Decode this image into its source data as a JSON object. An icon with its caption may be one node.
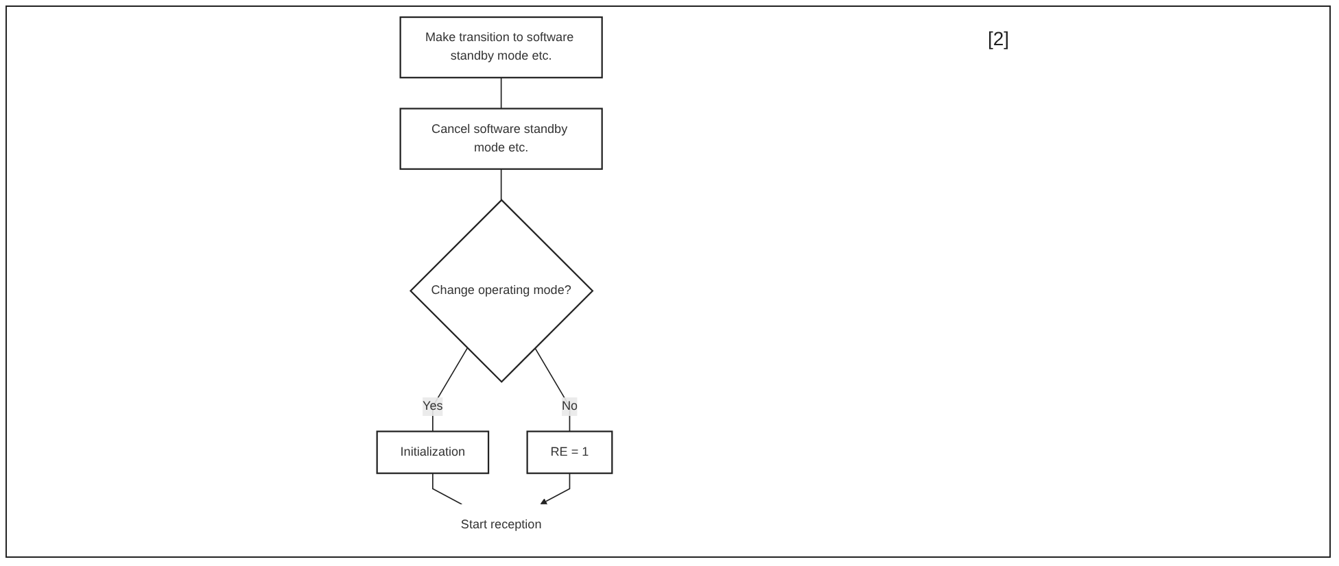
{
  "diagram": {
    "nodes": [
      {
        "text": [
          "Make transition to software standby mode etc."
        ]
      },
      {
        "text": [
          "Cancel software standby mode etc."
        ]
      },
      {
        "text": [
          "Change operating mode?"
        ]
      },
      {
        "text": [
          "Initialization"
        ]
      },
      {
        "text": [
          "RE = 1"
        ]
      },
      {
        "text": [
          "Start reception"
        ]
      }
    ],
    "edges": [
      {
        "from": 0,
        "to": 1,
        "arrow": "none"
      },
      {
        "from": 1,
        "to": 2,
        "arrow": "none"
      },
      {
        "from": 2,
        "to": 3,
        "arrow": "none",
        "label": "Yes"
      },
      {
        "from": 2,
        "to": 4,
        "arrow": "none",
        "label": "No"
      },
      {
        "from": 3,
        "to": 5,
        "arrow": "none"
      },
      {
        "from": 4,
        "to": 5,
        "arrow": "to"
      }
    ],
    "labels": [
      "[2]"
    ]
  }
}
